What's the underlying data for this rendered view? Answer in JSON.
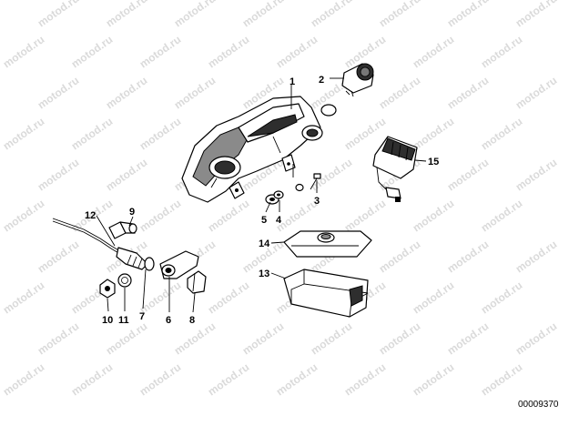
{
  "watermark_text": "motod.ru",
  "document_number": "00009370",
  "parts": [
    {
      "id": "part-1",
      "label": "1"
    },
    {
      "id": "part-2",
      "label": "2"
    },
    {
      "id": "part-3",
      "label": "3"
    },
    {
      "id": "part-4",
      "label": "4"
    },
    {
      "id": "part-5",
      "label": "5"
    },
    {
      "id": "part-6",
      "label": "6"
    },
    {
      "id": "part-7",
      "label": "7"
    },
    {
      "id": "part-8",
      "label": "8"
    },
    {
      "id": "part-9",
      "label": "9"
    },
    {
      "id": "part-10",
      "label": "10"
    },
    {
      "id": "part-11",
      "label": "11"
    },
    {
      "id": "part-12",
      "label": "12"
    },
    {
      "id": "part-13",
      "label": "13"
    },
    {
      "id": "part-14",
      "label": "14"
    },
    {
      "id": "part-15",
      "label": "15"
    }
  ]
}
